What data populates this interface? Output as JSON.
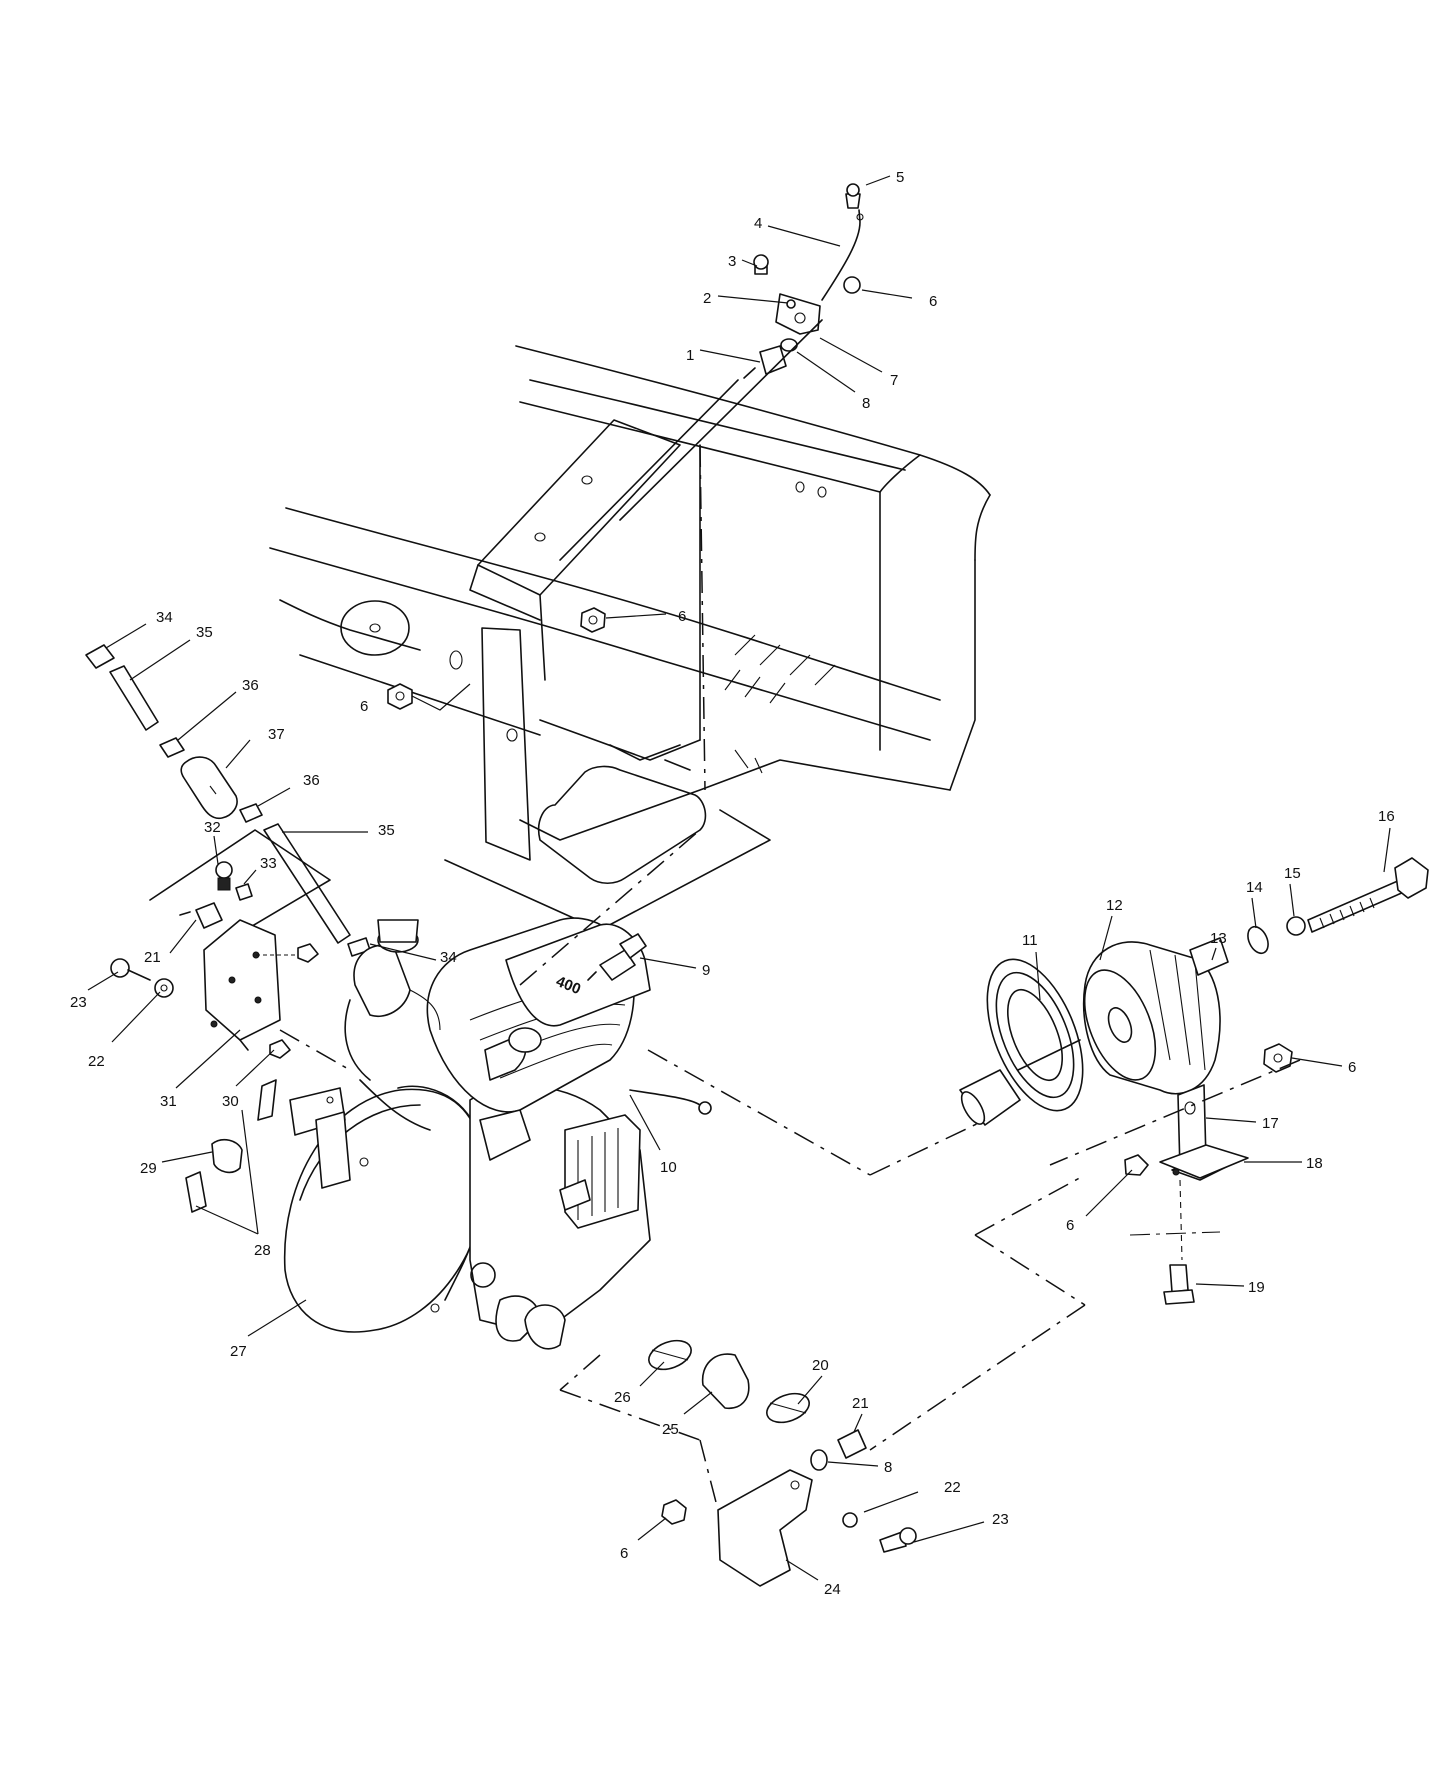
{
  "callouts": [
    {
      "id": "c5",
      "text": "5"
    },
    {
      "id": "c4",
      "text": "4"
    },
    {
      "id": "c3",
      "text": "3"
    },
    {
      "id": "c6a",
      "text": "6"
    },
    {
      "id": "c2",
      "text": "2"
    },
    {
      "id": "c7",
      "text": "7"
    },
    {
      "id": "c1",
      "text": "1"
    },
    {
      "id": "c8a",
      "text": "8"
    },
    {
      "id": "c6b",
      "text": "6"
    },
    {
      "id": "c34a",
      "text": "34"
    },
    {
      "id": "c35a",
      "text": "35"
    },
    {
      "id": "c36a",
      "text": "36"
    },
    {
      "id": "c6c",
      "text": "6"
    },
    {
      "id": "c37",
      "text": "37"
    },
    {
      "id": "c36b",
      "text": "36"
    },
    {
      "id": "c35b",
      "text": "35"
    },
    {
      "id": "c32",
      "text": "32"
    },
    {
      "id": "c33",
      "text": "33"
    },
    {
      "id": "c34b",
      "text": "34"
    },
    {
      "id": "c21a",
      "text": "21"
    },
    {
      "id": "c23a",
      "text": "23"
    },
    {
      "id": "c22a",
      "text": "22"
    },
    {
      "id": "c31",
      "text": "31"
    },
    {
      "id": "c30",
      "text": "30"
    },
    {
      "id": "c29",
      "text": "29"
    },
    {
      "id": "c28",
      "text": "28"
    },
    {
      "id": "c27",
      "text": "27"
    },
    {
      "id": "c9",
      "text": "9"
    },
    {
      "id": "c10",
      "text": "10"
    },
    {
      "id": "c11",
      "text": "11"
    },
    {
      "id": "c12",
      "text": "12"
    },
    {
      "id": "c13",
      "text": "13"
    },
    {
      "id": "c14",
      "text": "14"
    },
    {
      "id": "c15",
      "text": "15"
    },
    {
      "id": "c16",
      "text": "16"
    },
    {
      "id": "c6d",
      "text": "6"
    },
    {
      "id": "c17",
      "text": "17"
    },
    {
      "id": "c18",
      "text": "18"
    },
    {
      "id": "c6e",
      "text": "6"
    },
    {
      "id": "c19",
      "text": "19"
    },
    {
      "id": "c20",
      "text": "20"
    },
    {
      "id": "c26",
      "text": "26"
    },
    {
      "id": "c25",
      "text": "25"
    },
    {
      "id": "c21b",
      "text": "21"
    },
    {
      "id": "c8b",
      "text": "8"
    },
    {
      "id": "c22b",
      "text": "22"
    },
    {
      "id": "c23b",
      "text": "23"
    },
    {
      "id": "c6f",
      "text": "6"
    },
    {
      "id": "c24",
      "text": "24"
    }
  ],
  "engine_marking": "400"
}
